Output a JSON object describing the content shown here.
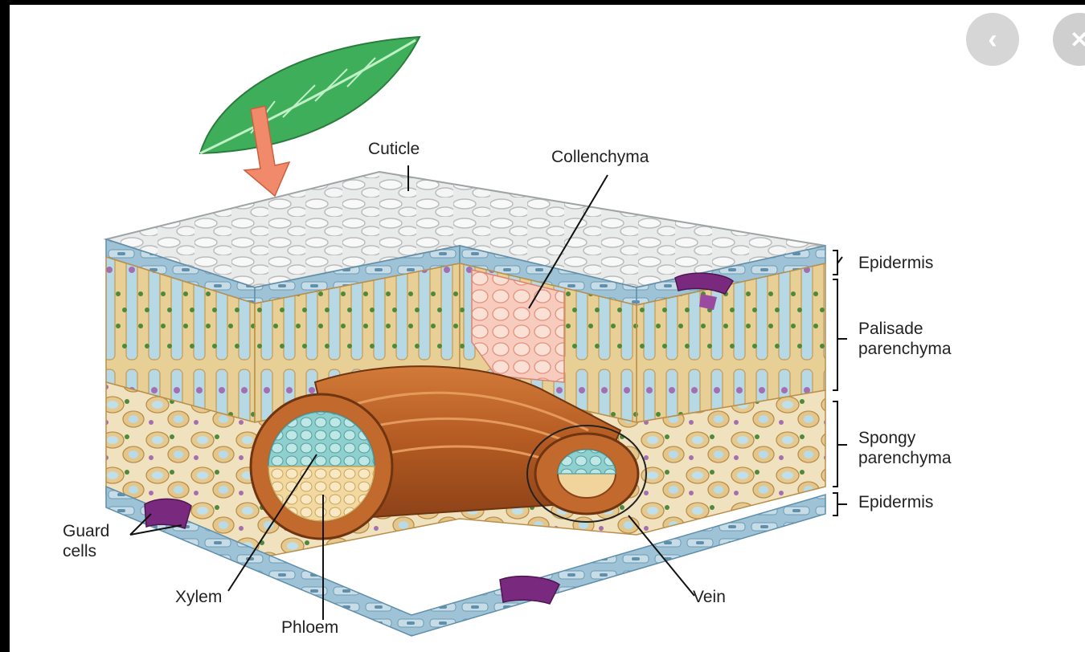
{
  "navigation": {
    "prev_icon": "chevron-left-icon",
    "prev_glyph": "‹",
    "close_icon": "close-icon",
    "close_glyph": "✕"
  },
  "diagram": {
    "labels": {
      "cuticle": "Cuticle",
      "collenchyma": "Collenchyma",
      "epidermis_top": "Epidermis",
      "palisade_line1": "Palisade",
      "palisade_line2": "parenchyma",
      "spongy_line1": "Spongy",
      "spongy_line2": "parenchyma",
      "epidermis_bottom": "Epidermis",
      "guard_line1": "Guard",
      "guard_line2": "cells",
      "xylem": "Xylem",
      "phloem": "Phloem",
      "vein": "Vein"
    },
    "colors": {
      "leaf": "#3fae5a",
      "arrow": "#f08a6a",
      "cuticle_surface": "#e9eaea",
      "epidermis": "#9fc3d6",
      "palisade": "#e9cf94",
      "spongy": "#ead2a6",
      "vein_wood": "#b8642a",
      "xylem": "#8fd0cf",
      "phloem": "#f3d9a0",
      "collenchyma": "#f6c2b4",
      "guard_cells": "#7a2a7e"
    }
  }
}
